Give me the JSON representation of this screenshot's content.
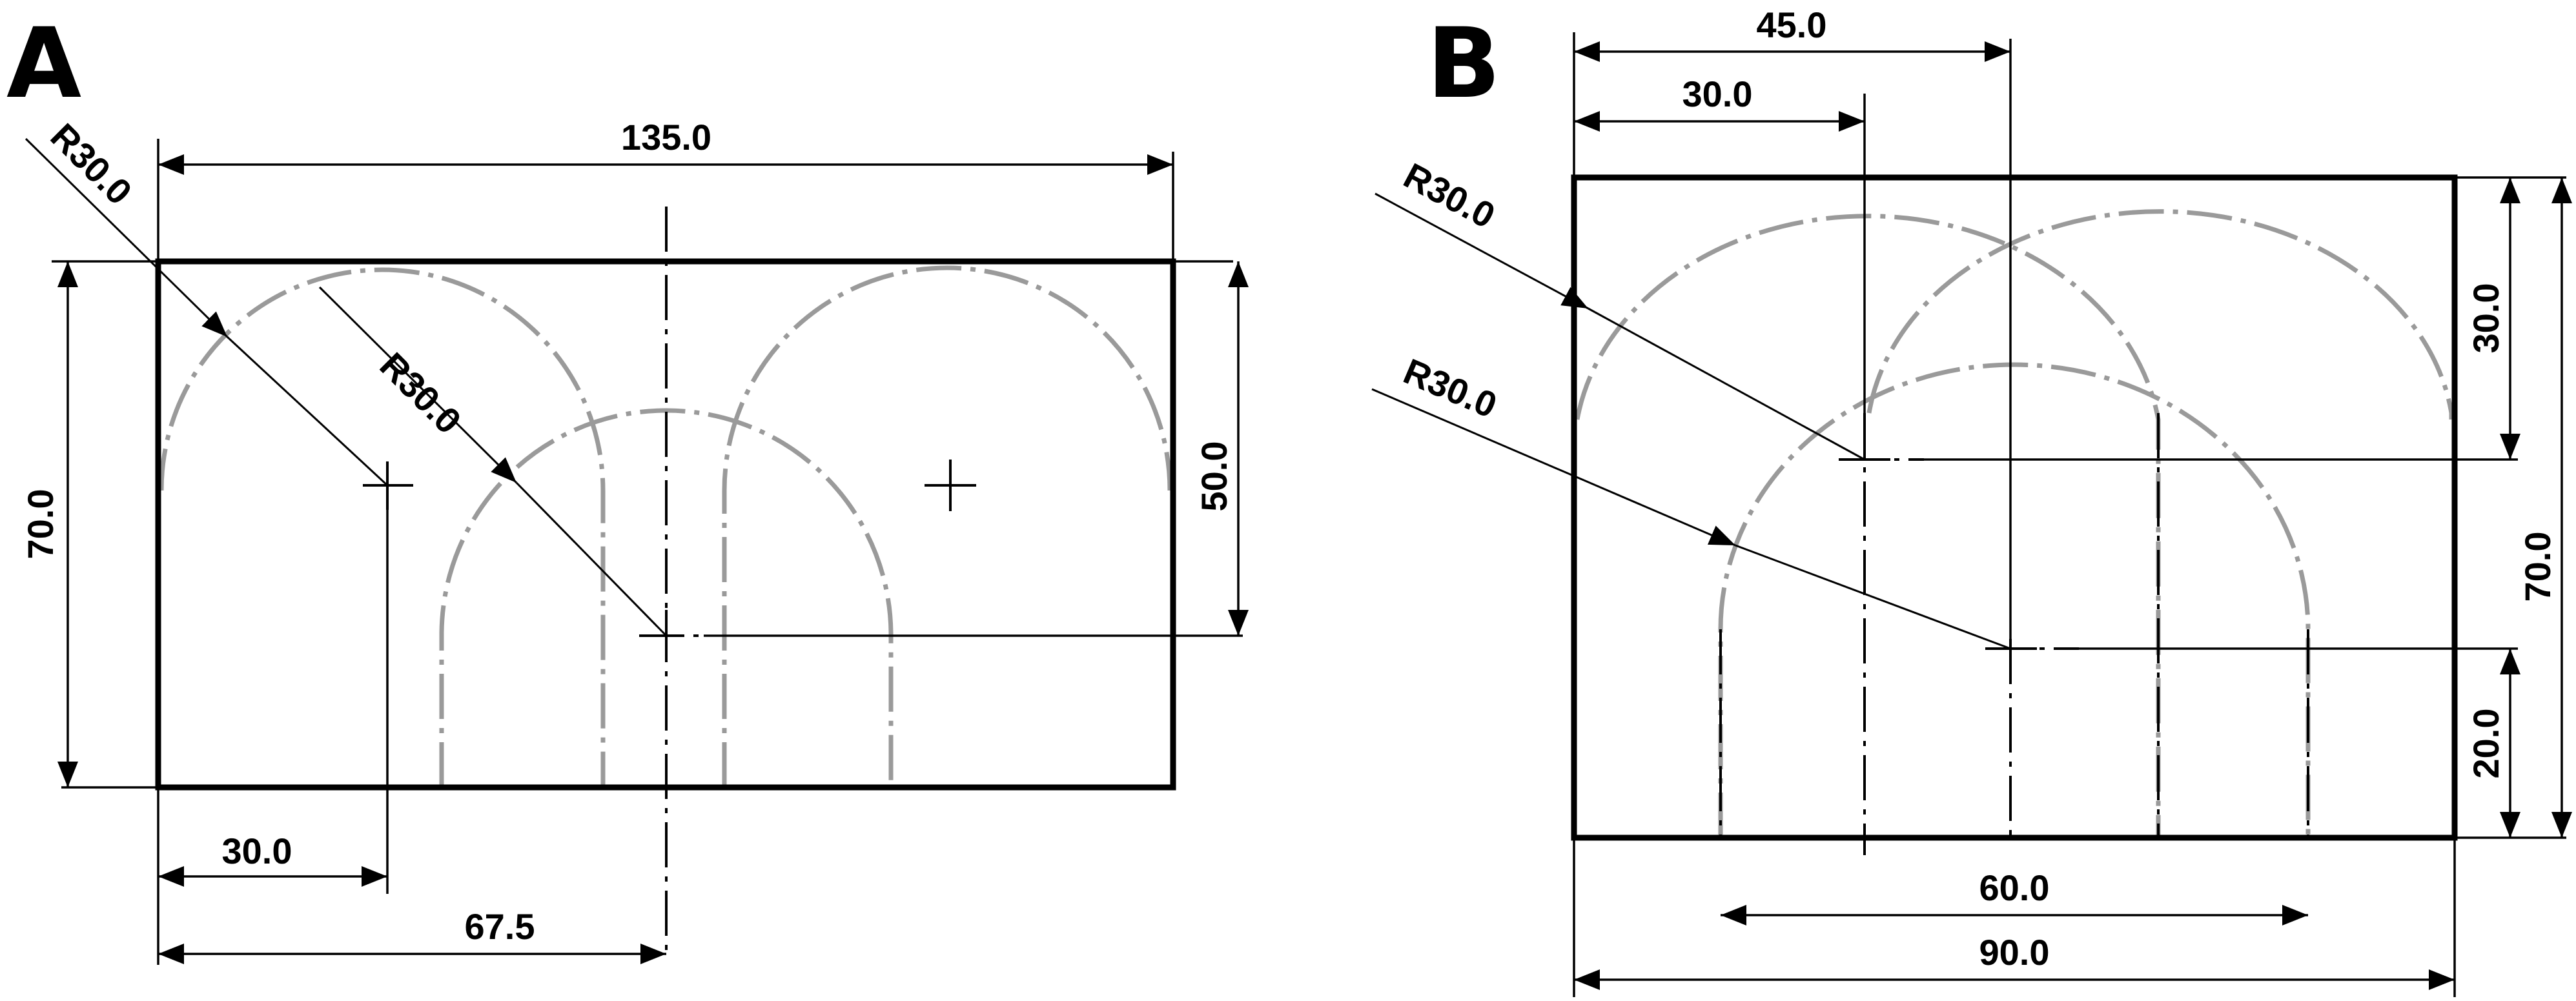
{
  "panels": [
    {
      "letter": "A",
      "dimensions": {
        "overall_width": "135.0",
        "overall_height": "70.0",
        "right_height": "50.0",
        "left_center_offset": "30.0",
        "mid_center_offset": "67.5",
        "radius_outer": "R30.0",
        "radius_inner": "R30.0"
      }
    },
    {
      "letter": "B",
      "dimensions": {
        "top_offset_long": "45.0",
        "top_offset_short": "30.0",
        "radius_upper": "R30.0",
        "radius_lower": "R30.0",
        "right_upper": "30.0",
        "right_overall": "70.0",
        "right_lower": "20.0",
        "bottom_inner": "60.0",
        "bottom_overall": "90.0"
      }
    }
  ]
}
